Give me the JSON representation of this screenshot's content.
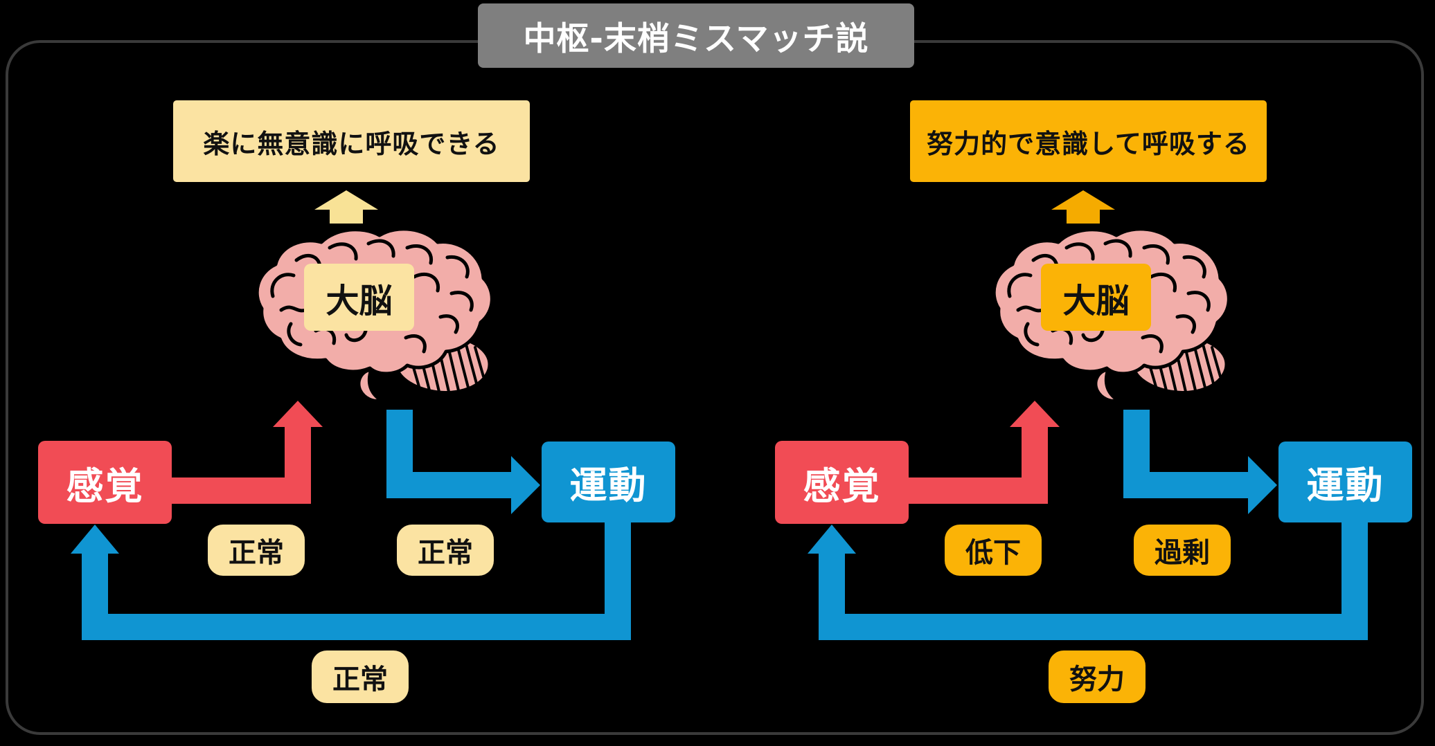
{
  "title": "中枢-末梢ミスマッチ説",
  "colors": {
    "red": "#F14C55",
    "blue": "#1095D2",
    "cream": "#FBE3A2",
    "cream_arrow": "#F8E296",
    "amber": "#FBB306",
    "amber_arrow": "#F5AB00",
    "title_gray": "#7F7F7F",
    "brain_pink": "#F2ADA9",
    "border_gray": "#3A3A3A",
    "background": "#000000",
    "text_dark": "#111111",
    "text_light": "#FFFFFF"
  },
  "panels": [
    {
      "id": "normal",
      "outcome": "楽に無意識に呼吸できる",
      "brain": "大脳",
      "sensory": "感覚",
      "motor": "運動",
      "afferent_status": "正常",
      "efferent_status": "正常",
      "feedback_status": "正常"
    },
    {
      "id": "mismatch",
      "outcome": "努力的で意識して呼吸する",
      "brain": "大脳",
      "sensory": "感覚",
      "motor": "運動",
      "afferent_status": "低下",
      "efferent_status": "過剰",
      "feedback_status": "努力"
    }
  ]
}
